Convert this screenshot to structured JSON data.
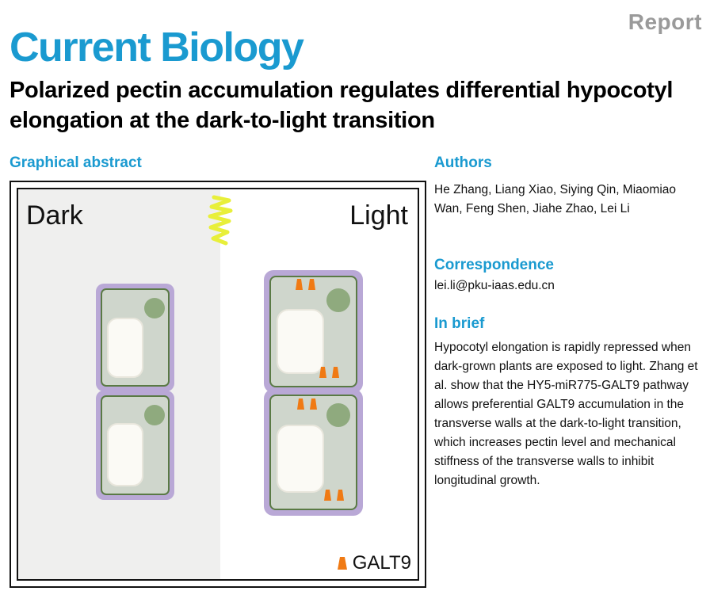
{
  "header": {
    "report_tag": "Report",
    "journal": "Current Biology",
    "title": "Polarized pectin accumulation regulates differential hypocotyl elongation at the dark-to-light transition"
  },
  "graphical_abstract": {
    "heading": "Graphical abstract",
    "dark_label": "Dark",
    "light_label": "Light",
    "legend_label": "GALT9",
    "colors": {
      "cell_wall": "#b9a8d6",
      "cytoplasm": "#cfd6cc",
      "membrane": "#5a7a45",
      "nucleus": "#8faa7e",
      "vacuole": "#fbfaf5",
      "galt9": "#f07a14",
      "light_signal": "#e8ef3a"
    }
  },
  "sidebar": {
    "authors_heading": "Authors",
    "authors": "He Zhang, Liang Xiao, Siying Qin, Miaomiao Wan, Feng Shen, Jiahe Zhao, Lei Li",
    "correspondence_heading": "Correspondence",
    "email": "lei.li@pku-iaas.edu.cn",
    "brief_heading": "In brief",
    "brief": "Hypocotyl elongation is rapidly repressed when dark-grown plants are exposed to light. Zhang et al. show that the HY5-miR775-GALT9 pathway allows preferential GALT9 accumulation in the transverse walls at the dark-to-light transition, which increases pectin level and mechanical stiffness of the transverse walls to inhibit longitudinal growth."
  }
}
